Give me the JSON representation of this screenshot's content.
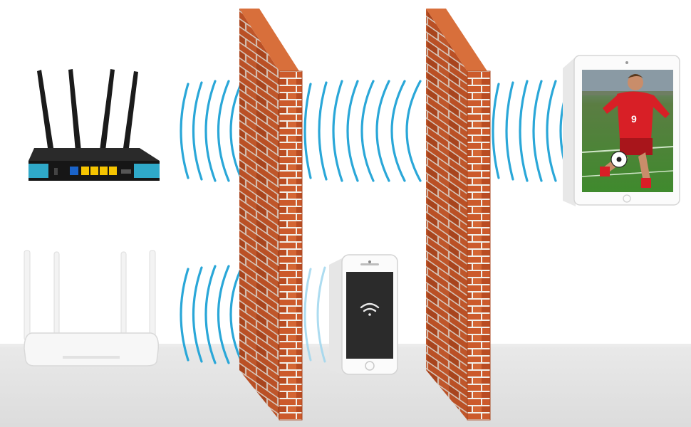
{
  "scene": {
    "devices": {
      "router_black": {
        "kind": "4g-router-black",
        "antennas": 4,
        "lan_ports": 4,
        "color": "#1a1a1a",
        "panel_color": "#2fa9c9",
        "port_color": "#f5c400"
      },
      "router_white": {
        "kind": "wifi-router-white",
        "antennas": 4,
        "color": "#f4f4f4"
      },
      "smartphone": {
        "kind": "smartphone-white",
        "screen_icon": "wifi-icon",
        "screen_color": "#2b2b2b"
      },
      "tablet": {
        "kind": "tablet-white",
        "screen_content": "soccer-player-kicking-ball",
        "jersey_number": "9",
        "jersey_color": "#d81f26"
      }
    },
    "walls": {
      "count": 2,
      "material": "brick",
      "brick_color": "#c8582a",
      "mortar_color": "#f1efe9"
    },
    "signal": {
      "color": "#2aa7d8",
      "floor_color": "#e3e3e3",
      "background": "#ffffff"
    }
  }
}
